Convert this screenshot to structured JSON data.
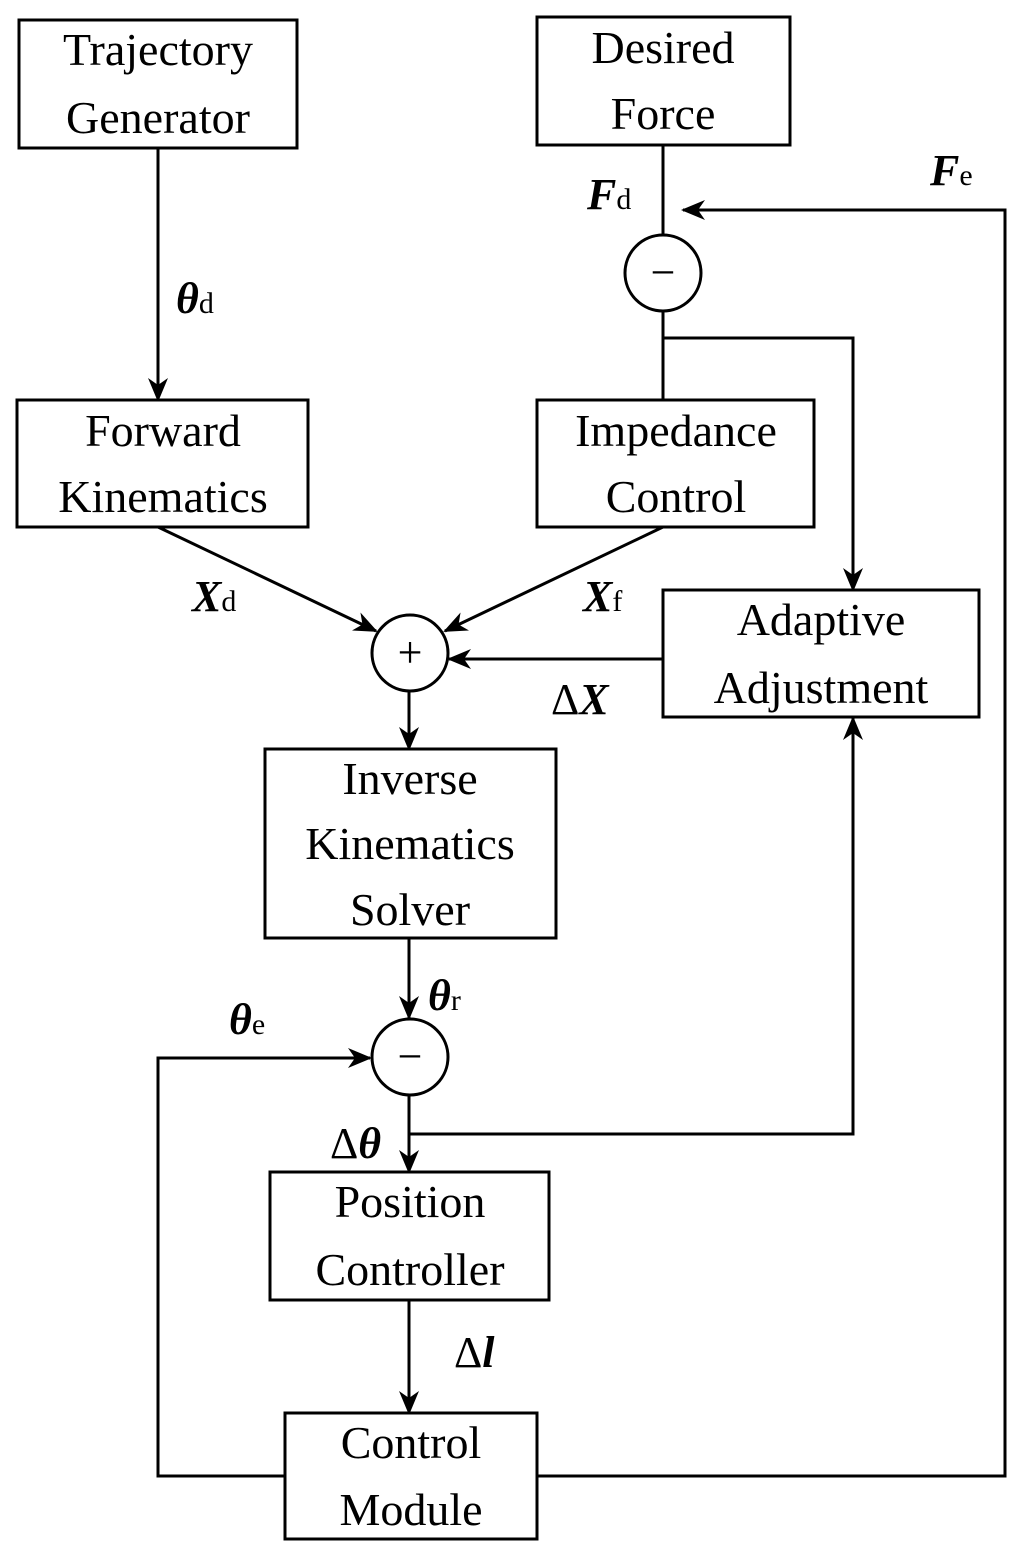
{
  "blocks": {
    "trajectory_generator": [
      "Trajectory",
      "Generator"
    ],
    "desired_force": [
      "Desired",
      "Force"
    ],
    "forward_kinematics": [
      "Forward",
      "Kinematics"
    ],
    "impedance_control": [
      "Impedance",
      "Control"
    ],
    "adaptive_adjustment": [
      "Adaptive",
      "Adjustment"
    ],
    "inverse_kinematics_solver": [
      "Inverse",
      "Kinematics",
      "Solver"
    ],
    "position_controller": [
      "Position",
      "Controller"
    ],
    "control_module": [
      "Control",
      "Module"
    ]
  },
  "junctions": {
    "force_sum": "−",
    "position_sum": "+",
    "angle_sum": "−"
  },
  "signals": {
    "theta_d": {
      "symbol": "θ",
      "sub": "d"
    },
    "F_d": {
      "symbol": "F",
      "sub": "d"
    },
    "F_e": {
      "symbol": "F",
      "sub": "e"
    },
    "X_d": {
      "symbol": "X",
      "sub": "d"
    },
    "X_f": {
      "symbol": "X",
      "sub": "f"
    },
    "delta_X": {
      "prefix": "Δ",
      "symbol": "X"
    },
    "theta_r": {
      "symbol": "θ",
      "sub": "r"
    },
    "theta_e": {
      "symbol": "θ",
      "sub": "e"
    },
    "delta_theta": {
      "prefix": "Δ",
      "symbol": "θ"
    },
    "delta_l": {
      "prefix": "Δ",
      "symbol": "l"
    }
  }
}
